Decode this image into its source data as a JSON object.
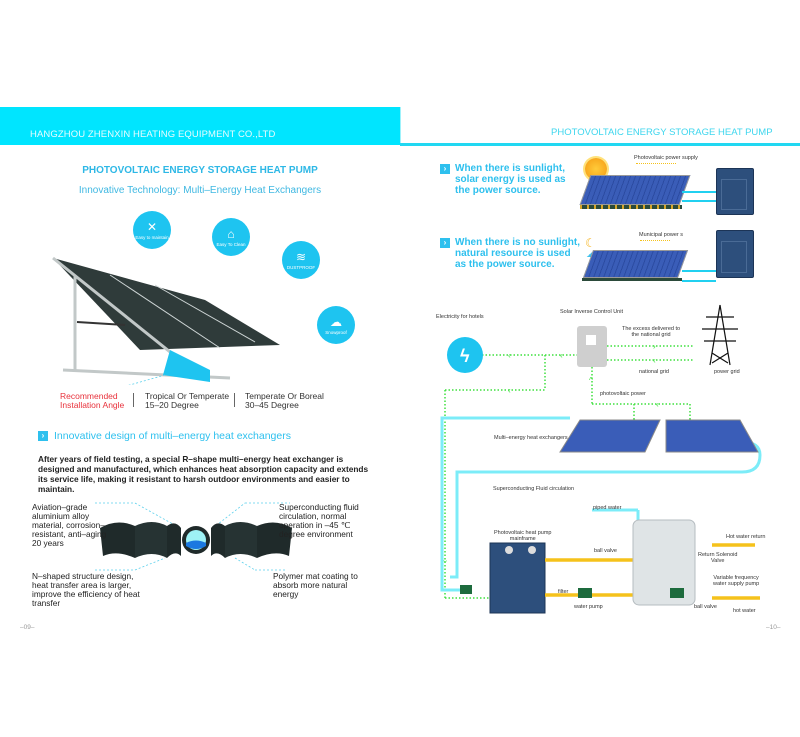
{
  "left_page": {
    "header_company": "HANGZHOU ZHENXIN HEATING EQUIPMENT CO.,LTD",
    "title": "PHOTOVOLTAIC ENERGY STORAGE HEAT PUMP",
    "subtitle": "Innovative Technology: Multi–Energy Heat Exchangers",
    "features": [
      {
        "icon": "tools-icon",
        "label": "Easy to maintain"
      },
      {
        "icon": "brush-icon",
        "label": "Easy To Clean"
      },
      {
        "icon": "wind-dust-icon",
        "label": "DUSTPROOF"
      },
      {
        "icon": "snow-cloud-icon",
        "label": "Snowproof"
      }
    ],
    "angles": {
      "label_line1": "Recommended",
      "label_line2": "Installation Angle",
      "tropical_line1": "Tropical Or Temperate",
      "tropical_line2": "15–20 Degree",
      "boreal_line1": "Temperate Or Boreal",
      "boreal_line2": "30–45 Degree"
    },
    "section_heading": "Innovative design of multi–energy heat exchangers",
    "paragraph": "After years of field testing, a special R–shape multi–energy heat exchanger is designed and manufactured, which enhances heat absorption capacity and extends its service life, making it resistant to harsh outdoor environments and easier to maintain.",
    "callouts": {
      "top_left": "Aviation–grade aluminium alloy material, corrosion–resistant, anti–aging 20 years",
      "top_right": "Superconducting fluid circulation, normal operation in –45 ℃ degree environment",
      "bottom_left": "N–shaped structure design, heat transfer area is larger, improve the efficiency of heat transfer",
      "bottom_right": "Polymer mat coating to absorb more natural energy"
    },
    "page_number": "–09–"
  },
  "right_page": {
    "header_title": "PHOTOVOLTAIC ENERGY STORAGE HEAT PUMP",
    "mode_sun": {
      "line1": "When there is sunlight,",
      "line2": "solar energy is used as",
      "line3": "the power source.",
      "diagram_label": "Photovoltaic power supply"
    },
    "mode_no_sun": {
      "line1": "When there is no sunlight,",
      "line2": "natural resource is used",
      "line3": "as the power source.",
      "diagram_label": "Municipal power s"
    },
    "diagram": {
      "electricity_for_hotels": "Electricity for hotels",
      "control_unit": "Solar Inverse Control Unit",
      "excess_line1": "The excess delivered to",
      "excess_line2": "the national grid",
      "national_grid": "national grid",
      "power_grid": "power grid",
      "photovoltaic_power": "photovoltaic power",
      "heat_exchangers": "Multi–energy heat exchangers",
      "fluid_circulation": "Superconducting Fluid circulation",
      "piped_water": "piped water",
      "mainframe_line1": "Photovoltaic heat pump",
      "mainframe_line2": "mainframe",
      "ball_valve_1": "ball valve",
      "hot_water_return": "Hot water return",
      "return_valve_line1": "Return Solenoid",
      "return_valve_line2": "Valve",
      "vf_pump_line1": "Variable frequency",
      "vf_pump_line2": "water supply pump",
      "filter": "filter",
      "water_pump": "water pump",
      "ball_valve_2": "ball valve",
      "hot_water": "hot water"
    },
    "page_number": "–10–"
  },
  "colors": {
    "brand_cyan": "#00e5ff",
    "accent_blue": "#2ec0ee",
    "warning_red": "#e8323c",
    "flow_green": "#3ee03e",
    "pipe_yellow": "#f5c21b"
  }
}
